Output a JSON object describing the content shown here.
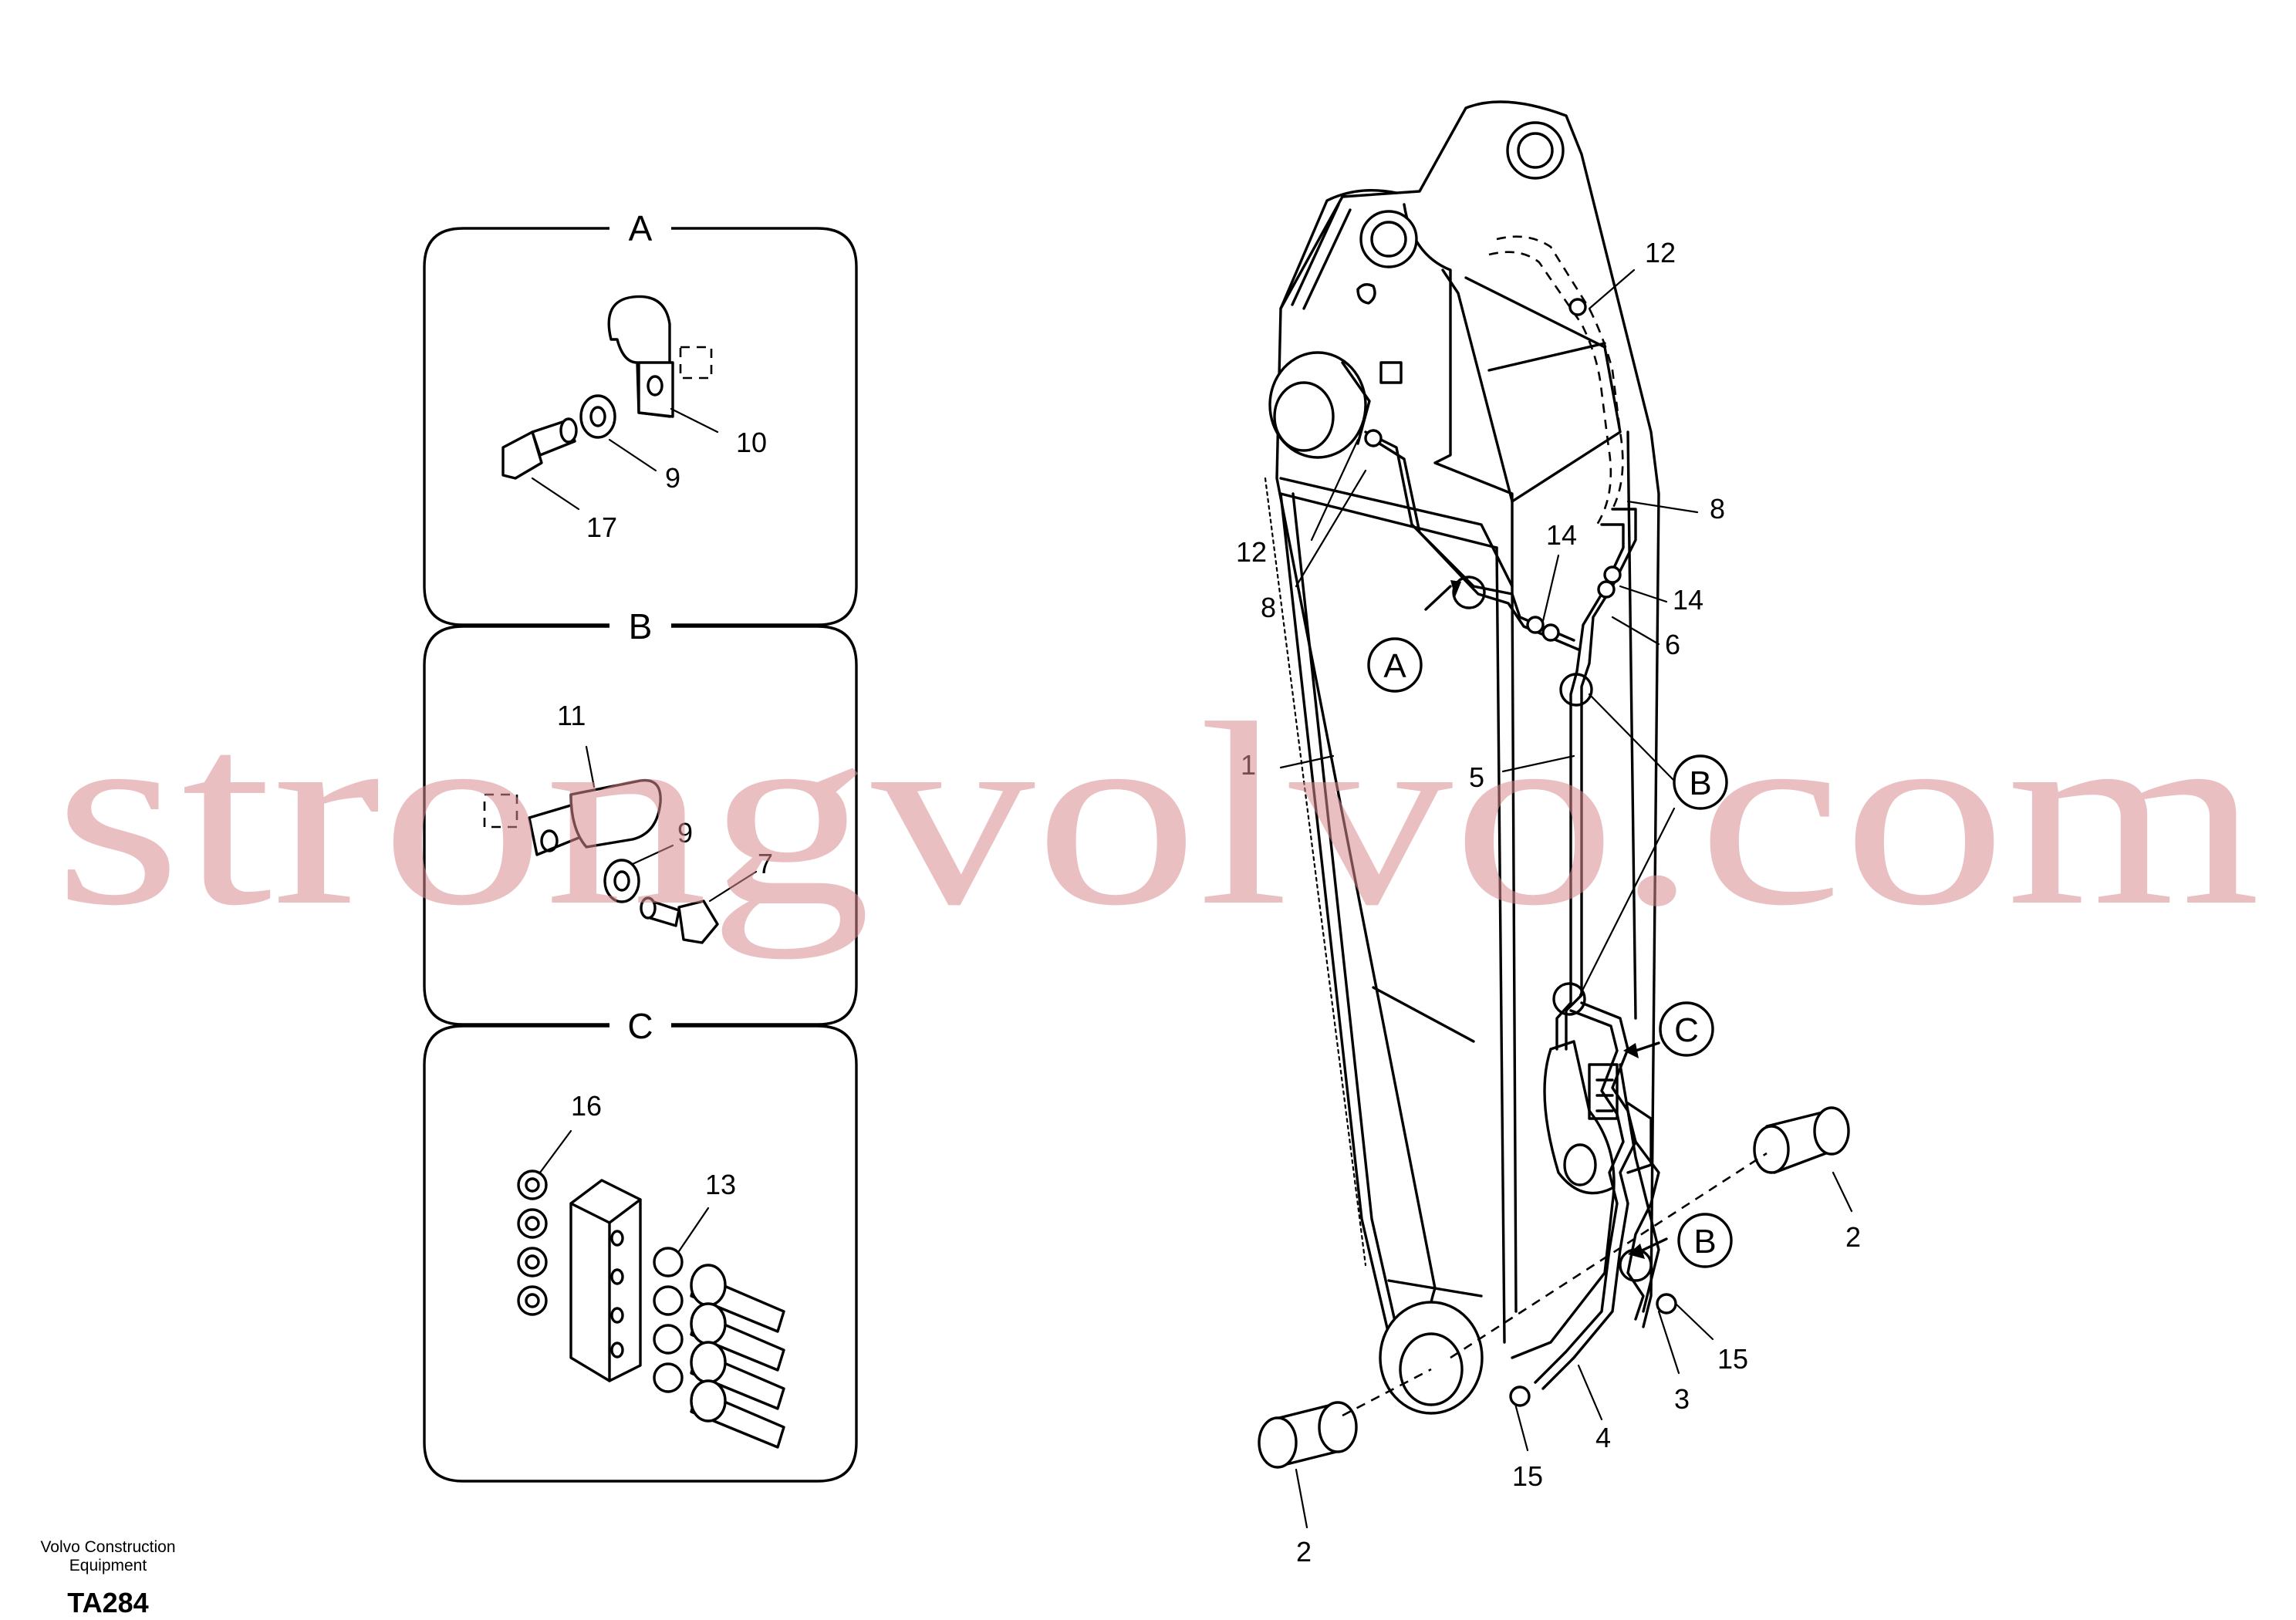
{
  "panels": {
    "a": {
      "header": "A",
      "labels": [
        "10",
        "9",
        "17"
      ]
    },
    "b": {
      "header": "B",
      "labels": [
        "11",
        "9",
        "7"
      ]
    },
    "c": {
      "header": "C",
      "labels": [
        "16",
        "13"
      ]
    }
  },
  "main": {
    "labels": [
      "12",
      "12",
      "8",
      "8",
      "14",
      "14",
      "6",
      "1",
      "5",
      "2",
      "2",
      "15",
      "15",
      "3",
      "4"
    ],
    "callouts": [
      "A",
      "B",
      "C",
      "B"
    ]
  },
  "watermark": "strongvolvo.com",
  "footer": {
    "brand_line1": "Volvo Construction",
    "brand_line2": "Equipment",
    "code": "TA284"
  },
  "colors": {
    "line": "#000000",
    "watermark": "#d98a8f",
    "background": "#ffffff"
  }
}
